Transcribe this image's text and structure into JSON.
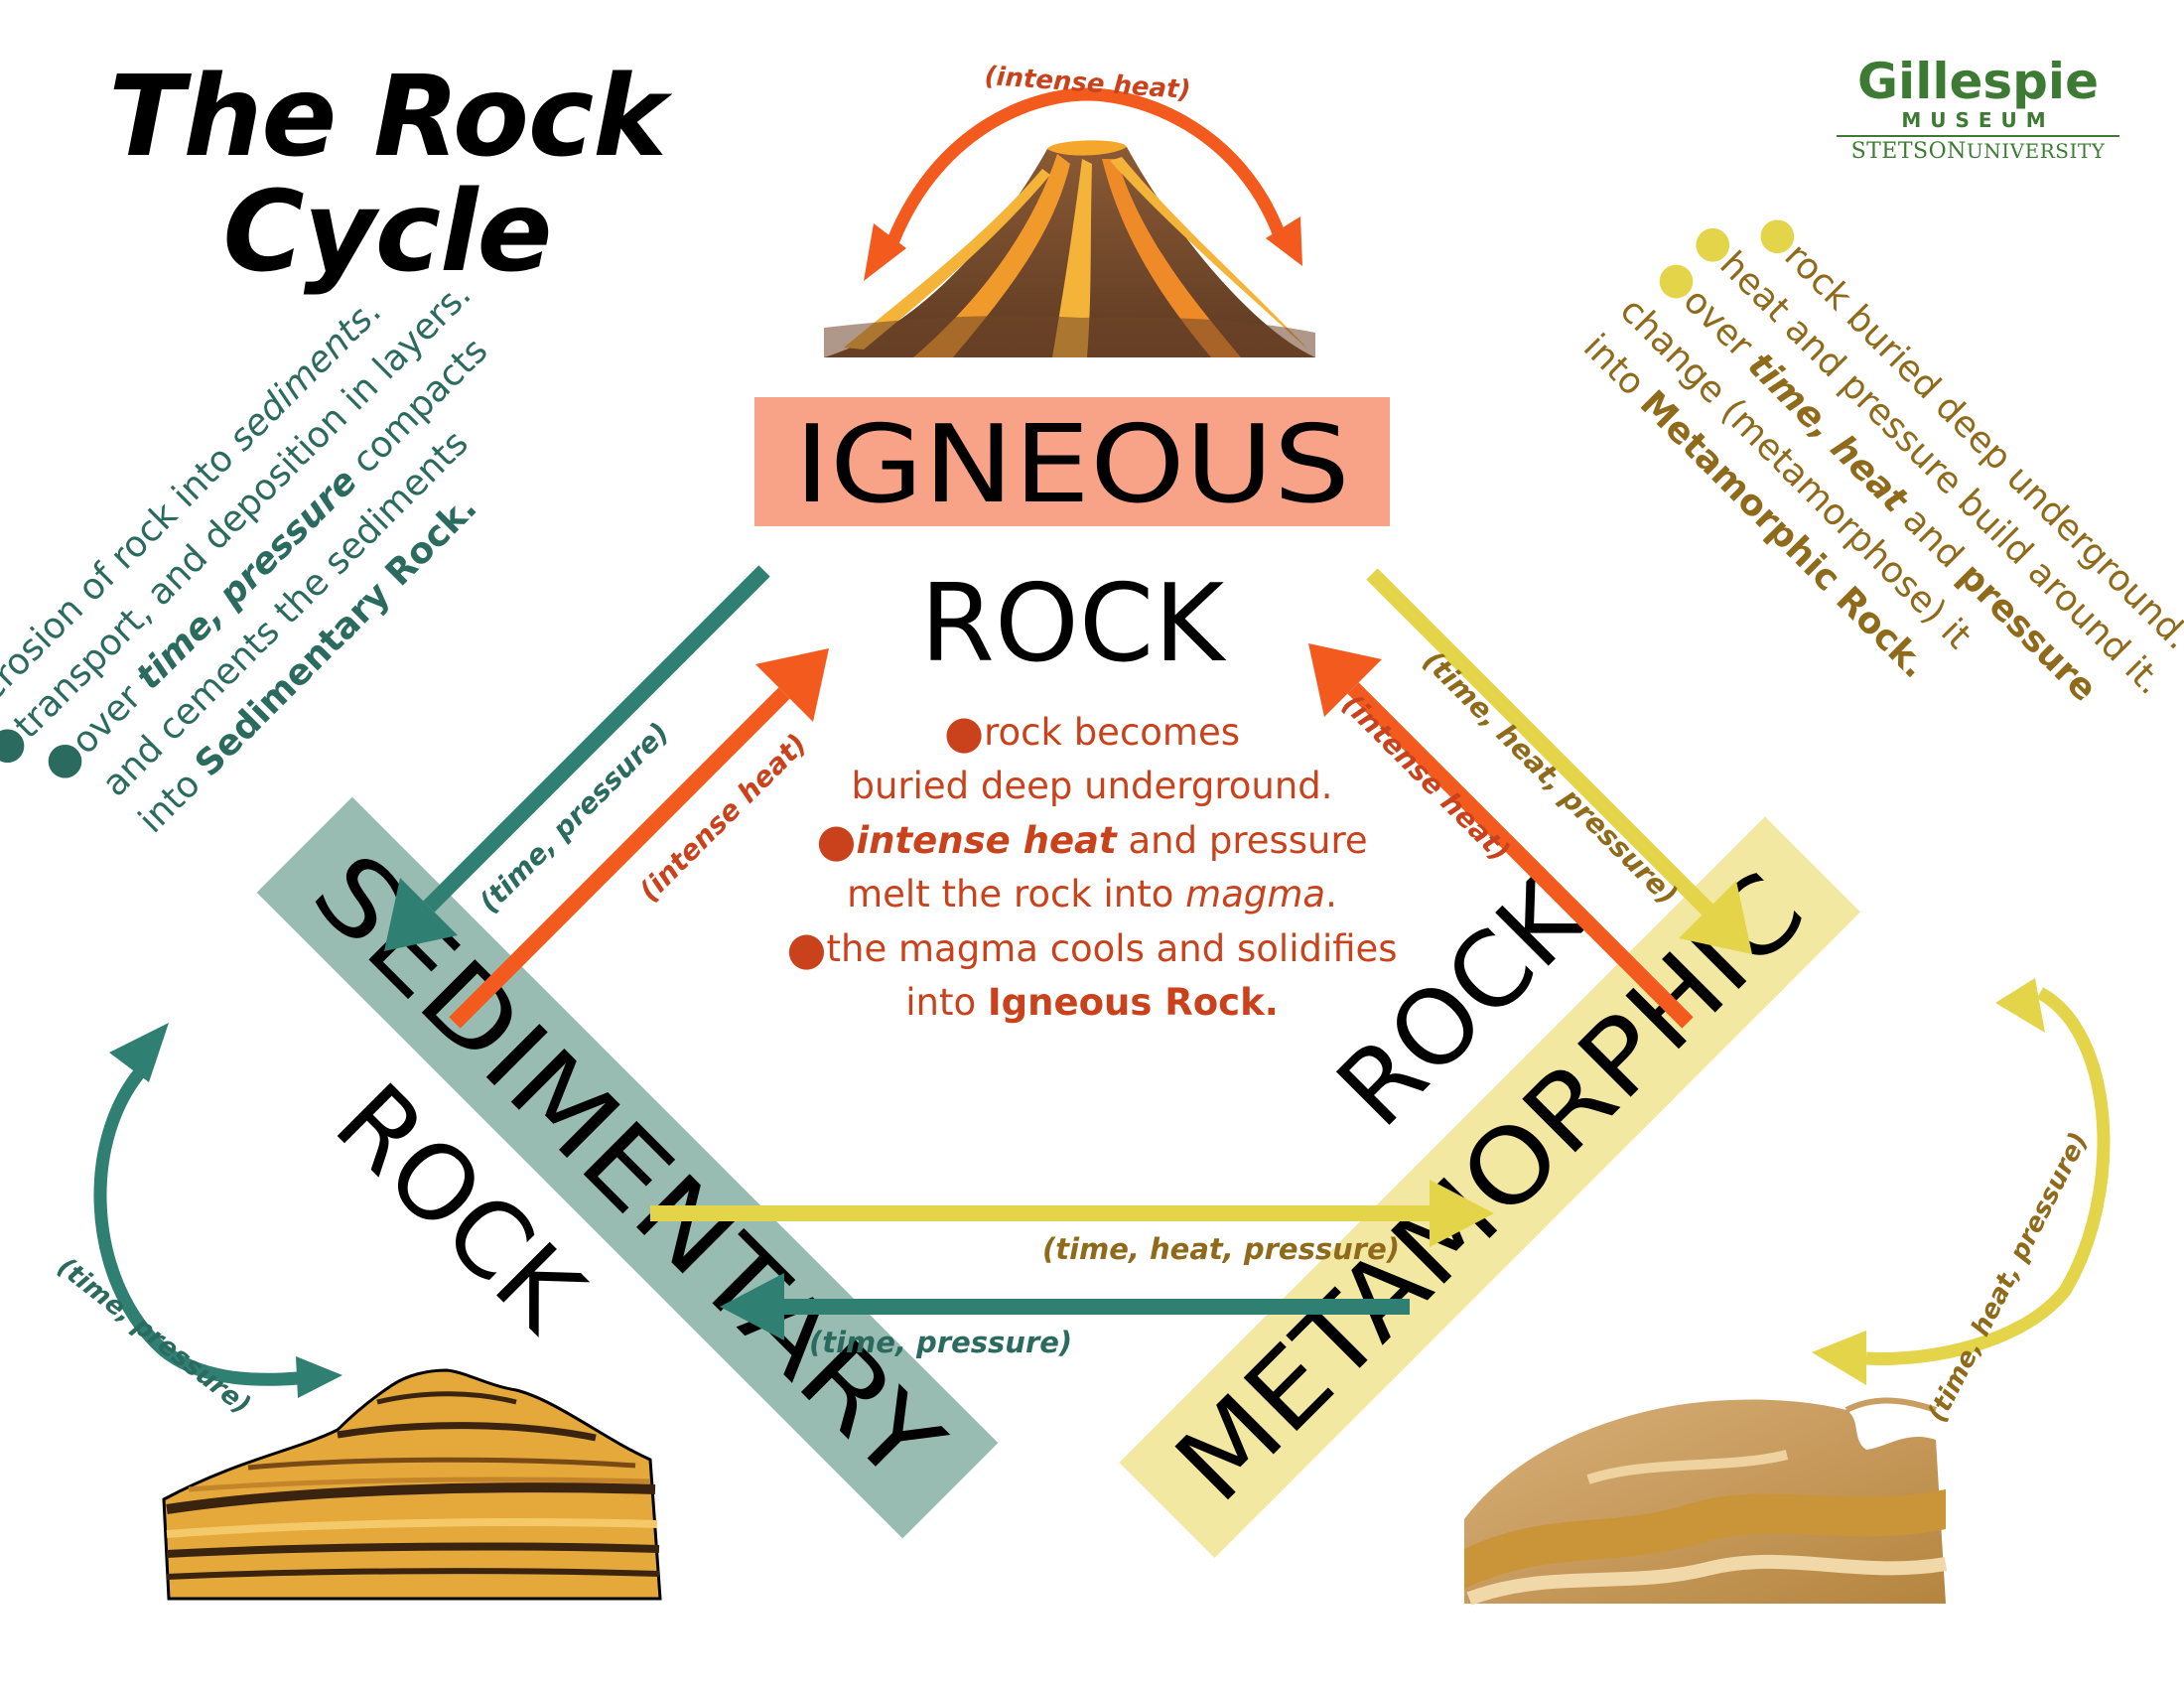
{
  "title": {
    "line1": "The Rock",
    "line2": "Cycle"
  },
  "logo": {
    "name": "Gillespie",
    "museum": "MUSEUM",
    "university_1": "STETSON",
    "university_2": "UNIVERSITY"
  },
  "colors": {
    "igneous_box": "#f8a288",
    "sedimentary_box": "#98bcb2",
    "metamorphic_box": "#f3e8a2",
    "igneous_arrow": "#f25a1e",
    "sedimentary_arrow": "#2f7f73",
    "metamorphic_arrow": "#e3d449",
    "igneous_text": "#c9421b",
    "sedimentary_text": "#2a6a5f",
    "metamorphic_text": "#8f6a1a"
  },
  "igneous": {
    "word1": "IGNEOUS",
    "word2": "ROCK",
    "cycle_label": "(intense heat)"
  },
  "sedimentary": {
    "word1": "SEDIMENTARY",
    "word2": "ROCK",
    "cycle_label": "(time, pressure)"
  },
  "metamorphic": {
    "word1": "METAMORPHIC",
    "word2": "ROCK",
    "cycle_label": "(time, heat, pressure)"
  },
  "center": {
    "line1": "rock becomes",
    "line2": "buried deep underground.",
    "line3_bold": "intense heat",
    "line3_rest": " and pressure",
    "line4_a": "melt the rock into ",
    "line4_b": "magma",
    "line4_c": ".",
    "line5": "the magma cools and solidifies",
    "line6_a": "into ",
    "line6_b": "Igneous Rock."
  },
  "left_text": {
    "line1_a": "erosion of rock into ",
    "line1_b": "sediments",
    "line1_c": ".",
    "line2": "transport, and deposition in layers.",
    "line3_a": "over ",
    "line3_b": "time, pressure",
    "line3_c": " compacts",
    "line4": "and cements the sediments",
    "line5_a": "into ",
    "line5_b": "Sedimentary Rock."
  },
  "right_text": {
    "line1": "rock buried deep underground.",
    "line2": "heat and pressure build around it.",
    "line3_a": "over ",
    "line3_b": "time, heat",
    "line3_c": " and ",
    "line3_d": "pressure",
    "line4": "change (metamorphose) it",
    "line5_a": "into ",
    "line5_b": "Metamorphic Rock."
  },
  "arrow_labels": {
    "sed_to_ign_label": "(intense heat)",
    "ign_to_sed_label": "(time, pressure)",
    "ign_to_met_label": "(time, heat, pressure)",
    "met_to_ign_label": "(intense heat)",
    "sed_to_met_label": "(time, heat, pressure)",
    "met_to_sed_label": "(time, pressure)"
  }
}
